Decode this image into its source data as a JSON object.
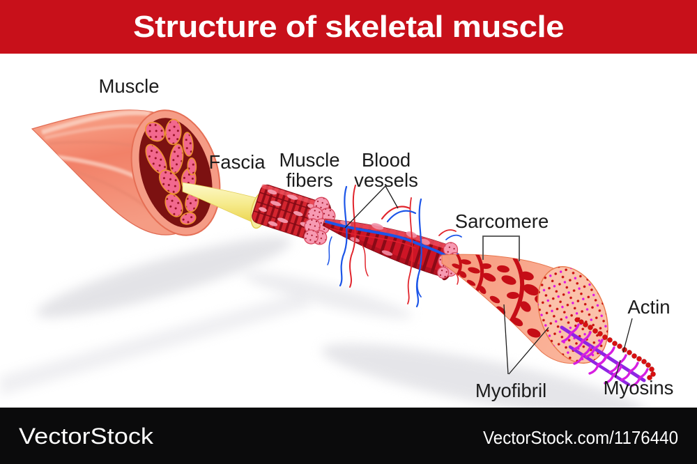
{
  "banner": {
    "title": "Structure of skeletal muscle",
    "background_color": "#C8101A",
    "text_color": "#FFFFFF"
  },
  "labels": {
    "muscle": "Muscle",
    "fascia": "Fascia",
    "muscle_fibers": [
      "Muscle",
      "fibers"
    ],
    "blood_vessels": [
      "Blood",
      "vessels"
    ],
    "sarcomere": "Sarcomere",
    "myofibril": "Myofibril",
    "actin": "Actin",
    "myosins": "Myosins"
  },
  "footer": {
    "logo": "VectorStock",
    "url": "VectorStock.com/1176440",
    "background_color": "#0B0B0C",
    "text_color": "#FFFFFF"
  },
  "colors": {
    "banner_red": "#C8101A",
    "muscle_salmon": "#F38A70",
    "cross_section_maroon": "#7C1111",
    "fascicle_pink": "#F2688E",
    "fascicle_outline_orange": "#EE9232",
    "fascia_yellow": "#F2E06A",
    "fiber_red": "#D4252F",
    "fiber_dark": "#8F0D18",
    "myofibril_peach": "#F8A486",
    "sarcomere_blob_red": "#C50D16",
    "vessel_blue": "#1C55E8",
    "vessel_red": "#E1242C",
    "actin_red": "#D90F10",
    "myosin_purple": "#8F25E3",
    "myosin_head_magenta": "#D61EE0",
    "footer_black": "#0B0B0C"
  }
}
